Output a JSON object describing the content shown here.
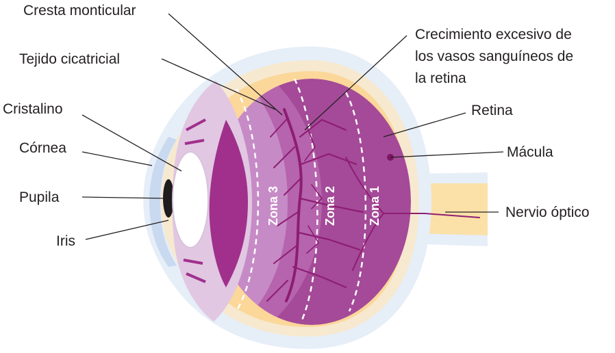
{
  "labels": {
    "cresta_monticular": "Cresta monticular",
    "tejido_cicatricial": "Tejido cicatricial",
    "cristalino": "Cristalino",
    "cornea": "Córnea",
    "pupila": "Pupila",
    "iris": "Iris",
    "crecimiento": [
      "Crecimiento excesivo de",
      "los vasos sanguíneos de",
      "la retina"
    ],
    "retina": "Retina",
    "macula": "Mácula",
    "nervio_optico": "Nervio óptico"
  },
  "zones": {
    "zona_1": "Zona 1",
    "zona_2": "Zona 2",
    "zona_3": "Zona 3"
  },
  "colors": {
    "outer_halo": "#e6eef8",
    "sclera": "#f6e9cf",
    "optic_nerve": "#fbe0a8",
    "retina_band": "#fbd79a",
    "vitreous_outer": "#a44a98",
    "vitreous_inner": "#c68bc6",
    "anterior": "#e1c7e2",
    "ciliary": "#a0308c",
    "vessel": "#8e1d72",
    "lens": "#ffffff",
    "cornea": "#c9d9ef",
    "iris": "#1d1d1d",
    "text": "#231f20"
  }
}
